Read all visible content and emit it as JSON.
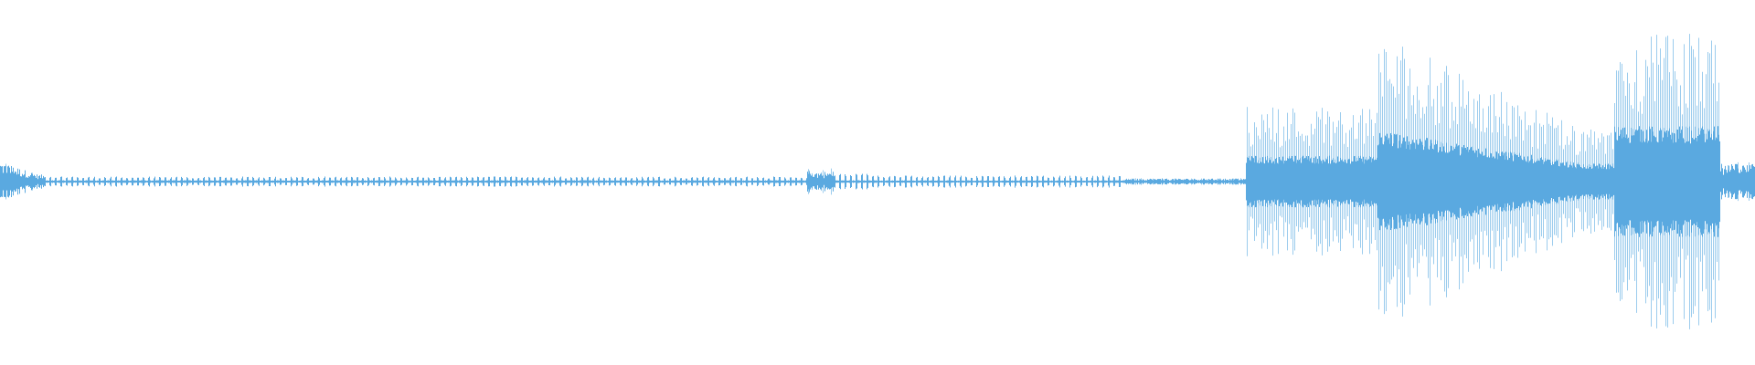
{
  "waveform": {
    "color": "#5aa9e0",
    "background": "#ffffff",
    "segments": [
      {
        "start": 0.0,
        "end": 0.025,
        "peak": 0.14,
        "body": 0.08,
        "decay": "out",
        "style": "noise"
      },
      {
        "start": 0.025,
        "end": 0.46,
        "peak": 0.025,
        "body": 0.02,
        "style": "beads"
      },
      {
        "start": 0.46,
        "end": 0.475,
        "peak": 0.08,
        "body": 0.04,
        "style": "noise"
      },
      {
        "start": 0.475,
        "end": 0.5,
        "peak": 0.04,
        "body": 0.02,
        "style": "beads"
      },
      {
        "start": 0.5,
        "end": 0.64,
        "peak": 0.03,
        "body": 0.018,
        "style": "beads"
      },
      {
        "start": 0.64,
        "end": 0.71,
        "peak": 0.02,
        "body": 0.012,
        "style": "noise"
      },
      {
        "start": 0.71,
        "end": 0.785,
        "peak": 0.45,
        "body": 0.14,
        "style": "spiky"
      },
      {
        "start": 0.785,
        "end": 0.92,
        "peak": 0.88,
        "body": 0.28,
        "decay": "out",
        "style": "spiky"
      },
      {
        "start": 0.92,
        "end": 0.98,
        "peak": 0.88,
        "body": 0.3,
        "style": "spiky"
      },
      {
        "start": 0.98,
        "end": 1.0,
        "peak": 0.12,
        "body": 0.07,
        "style": "noise"
      }
    ]
  }
}
